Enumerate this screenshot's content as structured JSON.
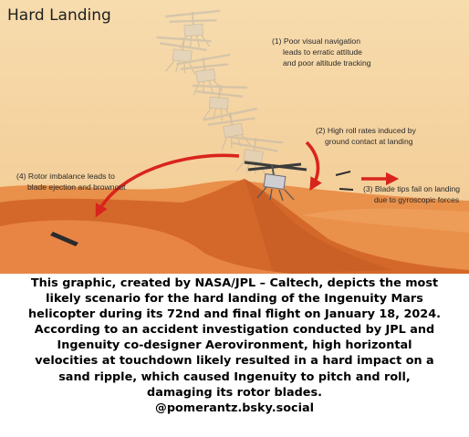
{
  "diagram": {
    "title": "Hard Landing",
    "annotations": [
      {
        "id": "visual-nav",
        "lines": [
          "(1) Poor visual navigation",
          "leads to erratic attitude",
          "and poor altitude tracking"
        ]
      },
      {
        "id": "roll-rates",
        "lines": [
          "(2) High roll rates induced by",
          "ground contact at landing"
        ]
      },
      {
        "id": "blade-tips",
        "lines": [
          "(3) Blade tips fail on landing",
          "due to gyroscopic forces"
        ]
      },
      {
        "id": "rotor-imbalance",
        "lines": [
          "(4) Rotor imbalance leads to",
          "blade ejection and brownout"
        ]
      }
    ],
    "colors": {
      "sky": "#f5d6a4",
      "dune_far": "#e9904a",
      "dune_mid": "#d4682a",
      "dune_near": "#e88545",
      "arrow": "#d9241c"
    }
  },
  "caption": {
    "lines": [
      "This graphic, created by NASA/JPL – Caltech, depicts the most",
      "likely scenario for the hard landing of the Ingenuity Mars",
      "helicopter during its 72nd and final flight on January 18, 2024.",
      "According to an accident investigation conducted by JPL and",
      "Ingenuity co-designer Aerovironment, high horizontal",
      "velocities at touchdown likely resulted in a hard impact on a",
      "sand ripple, which caused Ingenuity to pitch and roll,",
      "damaging its rotor blades.",
      "@pomerantz.bsky.social"
    ]
  }
}
